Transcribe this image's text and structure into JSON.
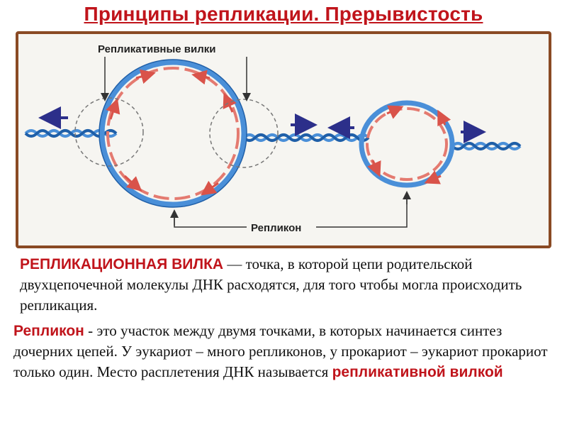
{
  "title": "Принципы репликации. Прерывистость",
  "diagram": {
    "label_forks": "Репликативные вилки",
    "label_replicon": "Репликон"
  },
  "definition1": {
    "term": "РЕПЛИКАЦИОННАЯ ВИЛКА",
    "text": " — точка, в которой цепи родительской двухцепочечной молекулы ДНК расходятся, для того чтобы могла происходить репликация."
  },
  "definition2": {
    "term": "Репликон",
    "text": " - это участок между двумя точками, в которых начинается синтез дочерних цепей. У эукариот – много репликонов, у прокариот – эукариот прокариот только один. Место расплетения ДНК называется ",
    "highlight": "репликативной вилкой"
  },
  "colors": {
    "title": "#c0141b",
    "frame": "#8a4a24",
    "dna_blue": "#4a8fd8",
    "dna_dark": "#1f5fa8",
    "new_strand": "#e47a70",
    "arrow_navy": "#2c2f8a"
  }
}
